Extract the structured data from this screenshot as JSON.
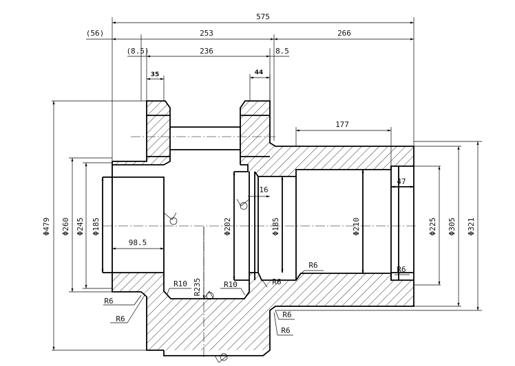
{
  "dimensions": {
    "overall_length": "575",
    "left_ref": "(56)",
    "left_part": "253",
    "right_part": "266",
    "flange_ref": "(8.5)",
    "inner_span": "236",
    "right_offset": "8.5",
    "left_flange": "35",
    "right_flange": "44",
    "right_bore_length": "177",
    "step_47": "47",
    "step_16": "16",
    "left_bore_depth": "98.5",
    "dia_479": "Φ479",
    "dia_260": "Φ260",
    "dia_245": "Φ245",
    "dia_185_left": "Φ185",
    "dia_202": "Φ202",
    "dia_185_mid": "Φ185",
    "dia_210": "Φ210",
    "dia_225": "Φ225",
    "dia_305": "Φ305",
    "dia_321": "Φ321",
    "r_235": "R235"
  },
  "radii": {
    "r10_left": "R10",
    "r10_right": "R10",
    "r6_1": "R6",
    "r6_2": "R6",
    "r6_3": "R6",
    "r6_4": "R6",
    "r6_5": "R6",
    "r6_6": "R6",
    "r6_7": "R6"
  }
}
